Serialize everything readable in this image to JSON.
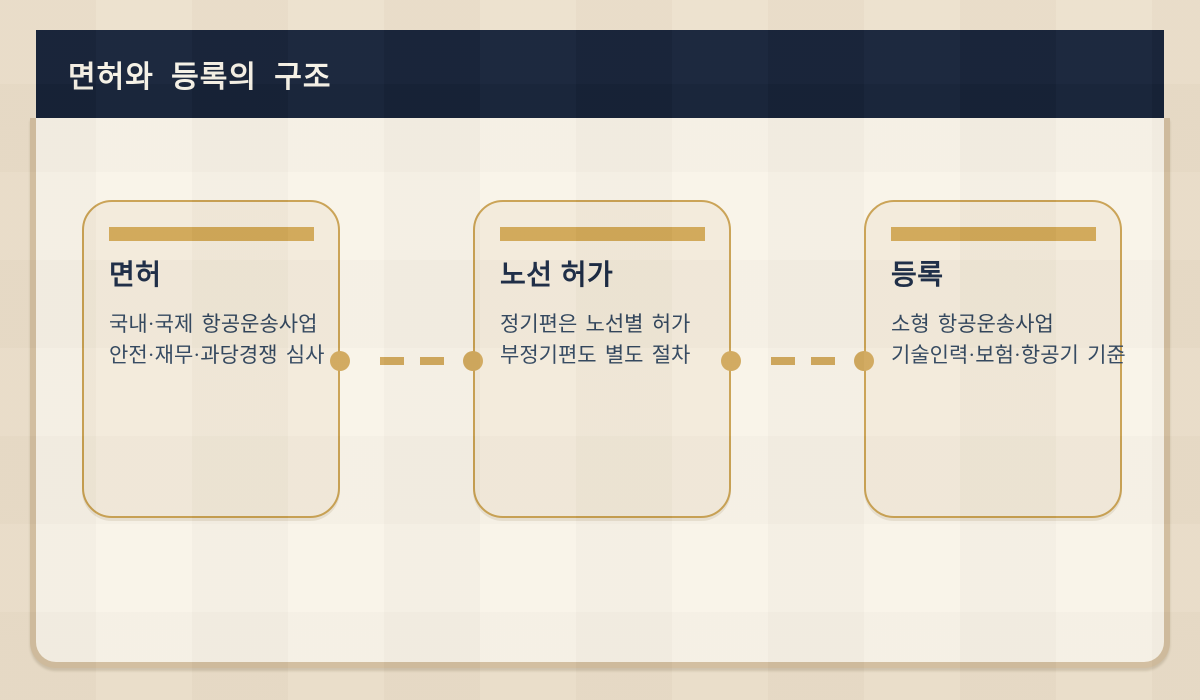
{
  "header": {
    "title": "면허와 등록의 구조"
  },
  "cards": [
    {
      "title": "면허",
      "lines": [
        "국내·국제 항공운송사업",
        "안전·재무·과당경쟁 심사"
      ]
    },
    {
      "title": "노선 허가",
      "lines": [
        "정기편은 노선별 허가",
        "부정기편도 별도 절차"
      ]
    },
    {
      "title": "등록",
      "lines": [
        "소형 항공운송사업",
        "기술인력·보험·항공기 기준"
      ]
    }
  ],
  "colors": {
    "slide_background": "#EDE1CD",
    "header_bar": "#152238",
    "header_text": "#F6F2E7",
    "panel_background": "#F9F4E9",
    "panel_border": "#D5C1A2",
    "card_background": "#F3EBDB",
    "card_border": "#C9A152",
    "accent_gold": "#D0A756",
    "connector_gold": "#D0A85C",
    "card_title_text": "#1B2B45",
    "card_body_text": "#31465E"
  }
}
